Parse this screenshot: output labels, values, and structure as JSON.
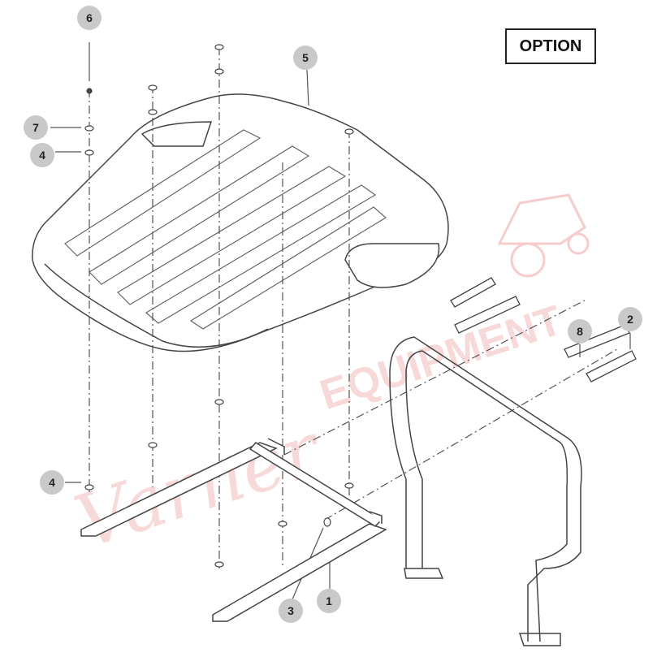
{
  "option_label": "OPTION",
  "watermark": "Varner EQUIPMENT",
  "callouts": [
    {
      "label": "6"
    },
    {
      "label": "5"
    },
    {
      "label": "7"
    },
    {
      "label": "4"
    },
    {
      "label": "4"
    },
    {
      "label": "8"
    },
    {
      "label": "2"
    },
    {
      "label": "3"
    },
    {
      "label": "1"
    }
  ],
  "colors": {
    "callout_fill": "#c9c9c9",
    "line": "#555555",
    "watermark": "#f2b8b8"
  }
}
